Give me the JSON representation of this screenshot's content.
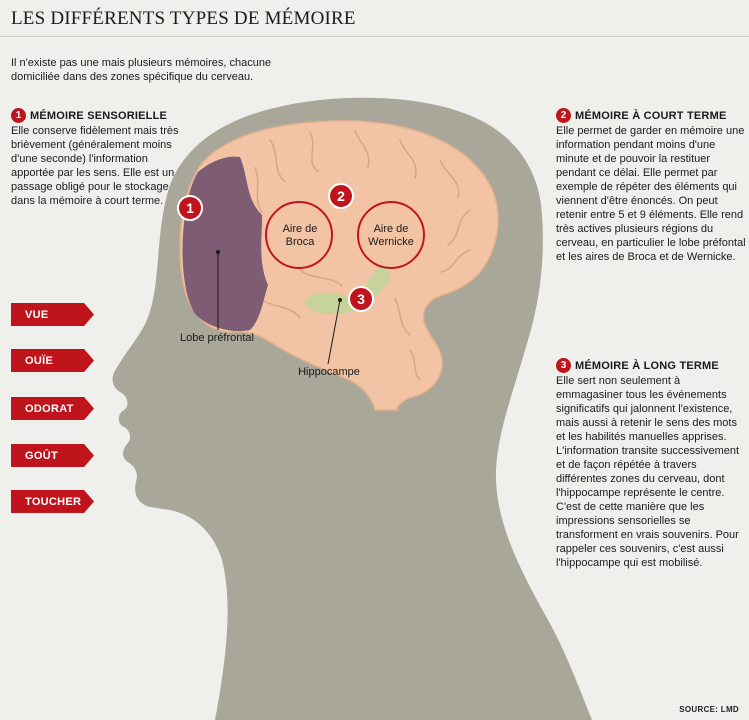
{
  "title": "LES DIFFÉRENTS TYPES DE MÉMOIRE",
  "intro": "Il n'existe pas une mais plusieurs mémoires, chacune domiciliée dans des zones spécifique du cerveau.",
  "memories": [
    {
      "number": "1",
      "title": "MÉMOIRE SENSORIELLE",
      "text": "Elle conserve fidèlement mais très brièvement (généralement moins d'une seconde) l'information apportée par les sens. Elle est un passage obligé pour le stockage dans la mémoire à court terme."
    },
    {
      "number": "2",
      "title": "MÉMOIRE À COURT TERME",
      "text": "Elle permet de garder en mémoire une information pendant moins d'une minute et de pouvoir la restituer pendant ce délai. Elle permet par exemple de répéter des éléments qui viennent d'être énoncés. On peut retenir entre 5 et 9 éléments. Elle rend très actives plusieurs régions du cerveau, en particulier le lobe préfontal et les aires de Broca et de Wernicke."
    },
    {
      "number": "3",
      "title": "MÉMOIRE À LONG TERME",
      "text": "Elle sert non seulement à emmagasiner tous les événements significatifs qui jalonnent l'existence, mais aussi à retenir le sens des mots et les habilités manuelles apprises. L'information transite successivement et de façon répétée à travers différentes zones du cerveau, dont l'hippocampe représente le centre. C'est de cette manière que les impressions sensorielles se transforment en vrais souvenirs. Pour rappeler ces souvenirs, c'est aussi l'hippocampe qui est mobilisé."
    }
  ],
  "senses": [
    "VUE",
    "OUÏE",
    "ODORAT",
    "GOÛT",
    "TOUCHER"
  ],
  "regions": {
    "broca": "Aire de Broca",
    "wernicke": "Aire de Wernicke",
    "lobe": "Lobe préfrontal",
    "hippocampe": "Hippocampe"
  },
  "brain_badges": [
    "1",
    "2",
    "3"
  ],
  "source": "SOURCE: LMD",
  "colors": {
    "head": "#a8a79a",
    "brain": "#f2c4a5",
    "brain_outline": "#e3b08c",
    "lobe": "#7e5c74",
    "hippocampe": "#c7d39b",
    "accent_red": "#c0141c"
  },
  "icons": {
    "head": "head-silhouette",
    "brain": "brain-illustration"
  }
}
